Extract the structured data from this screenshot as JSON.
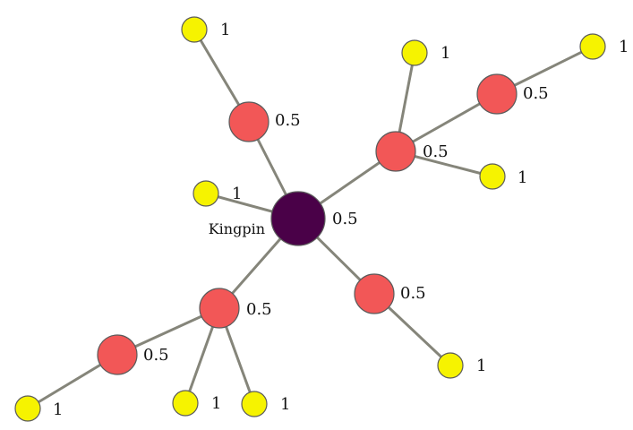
{
  "colors": {
    "kingpin": "#4a0148",
    "lieutenant": "#f25757",
    "soldier": "#f6f300",
    "edge": "#85857a"
  },
  "graph": {
    "nodes": [
      {
        "id": "kingpin",
        "role": "kingpin",
        "name": "Kingpin",
        "value": "0.5"
      },
      {
        "id": "red-nw",
        "role": "lieutenant",
        "value": "0.5"
      },
      {
        "id": "red-ne",
        "role": "lieutenant",
        "value": "0.5"
      },
      {
        "id": "red-far-ne",
        "role": "lieutenant",
        "value": "0.5"
      },
      {
        "id": "red-se",
        "role": "lieutenant",
        "value": "0.5"
      },
      {
        "id": "red-sw",
        "role": "lieutenant",
        "value": "0.5"
      },
      {
        "id": "red-far-sw",
        "role": "lieutenant",
        "value": "0.5"
      },
      {
        "id": "y-top",
        "role": "soldier",
        "value": "1"
      },
      {
        "id": "y-ne-top",
        "role": "soldier",
        "value": "1"
      },
      {
        "id": "y-far-ne",
        "role": "soldier",
        "value": "1"
      },
      {
        "id": "y-ne-low",
        "role": "soldier",
        "value": "1"
      },
      {
        "id": "y-kingpin",
        "role": "soldier",
        "value": "1"
      },
      {
        "id": "y-se",
        "role": "soldier",
        "value": "1"
      },
      {
        "id": "y-sw-a",
        "role": "soldier",
        "value": "1"
      },
      {
        "id": "y-sw-b",
        "role": "soldier",
        "value": "1"
      },
      {
        "id": "y-far-sw",
        "role": "soldier",
        "value": "1"
      }
    ],
    "edges": [
      [
        "kingpin",
        "red-nw"
      ],
      [
        "kingpin",
        "red-ne"
      ],
      [
        "kingpin",
        "red-se"
      ],
      [
        "kingpin",
        "red-sw"
      ],
      [
        "kingpin",
        "y-kingpin"
      ],
      [
        "red-nw",
        "y-top"
      ],
      [
        "red-ne",
        "y-ne-top"
      ],
      [
        "red-ne",
        "red-far-ne"
      ],
      [
        "red-ne",
        "y-ne-low"
      ],
      [
        "red-far-ne",
        "y-far-ne"
      ],
      [
        "red-se",
        "y-se"
      ],
      [
        "red-sw",
        "red-far-sw"
      ],
      [
        "red-sw",
        "y-sw-a"
      ],
      [
        "red-sw",
        "y-sw-b"
      ],
      [
        "red-far-sw",
        "y-far-sw"
      ]
    ]
  }
}
